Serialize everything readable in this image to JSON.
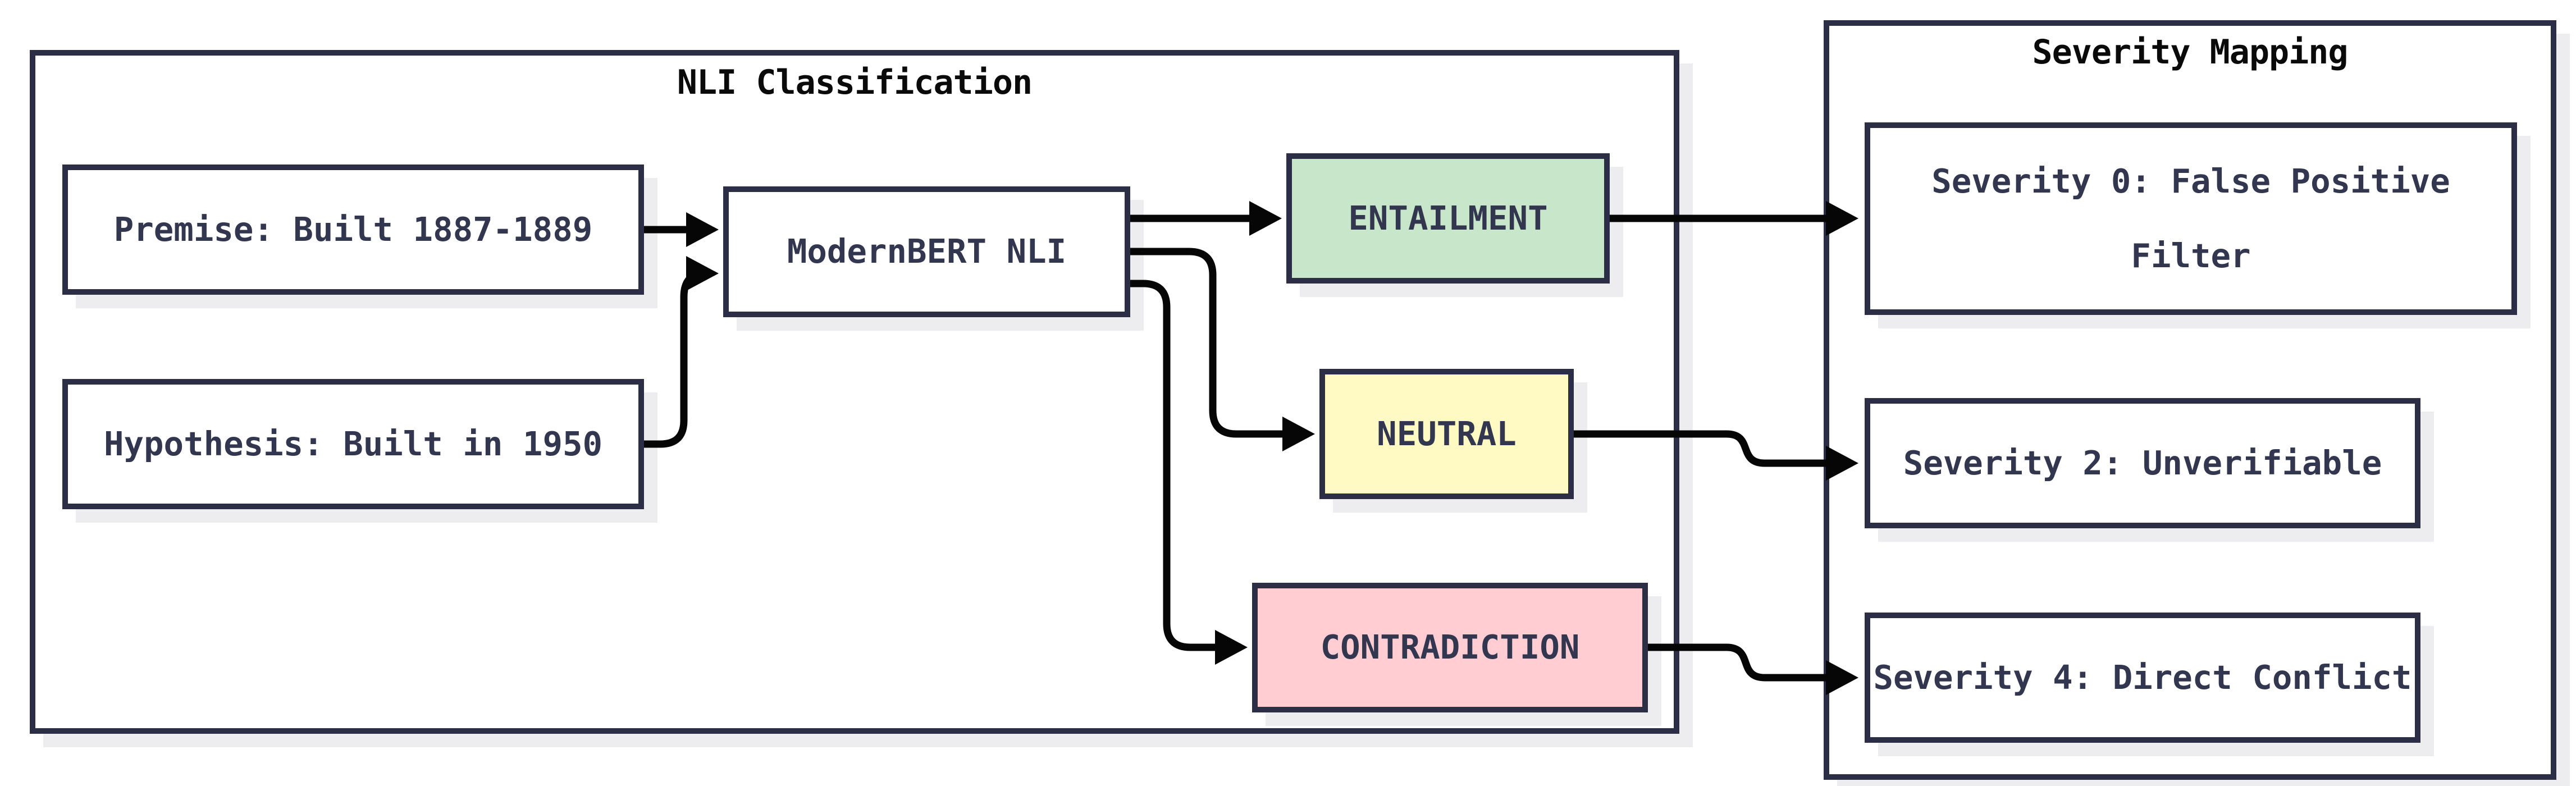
{
  "diagram": {
    "nli": {
      "title": "NLI Classification",
      "nodes": {
        "premise": {
          "label": "Premise: Built 1887-1889",
          "fill": "#ffffff"
        },
        "hypothesis": {
          "label": "Hypothesis: Built in 1950",
          "fill": "#ffffff"
        },
        "model": {
          "label": "ModernBERT NLI",
          "fill": "#ffffff"
        },
        "entailment": {
          "label": "ENTAILMENT",
          "fill": "#c8e6c9"
        },
        "neutral": {
          "label": "NEUTRAL",
          "fill": "#fff9c4"
        },
        "contradiction": {
          "label": "CONTRADICTION",
          "fill": "#ffcdd2"
        }
      }
    },
    "severity": {
      "title": "Severity Mapping",
      "nodes": {
        "sev0": {
          "label": "Severity 0: False Positive Filter",
          "fill": "#ffffff"
        },
        "sev2": {
          "label": "Severity 2: Unverifiable",
          "fill": "#ffffff"
        },
        "sev4": {
          "label": "Severity 4: Direct Conflict",
          "fill": "#ffffff"
        }
      }
    },
    "edges": [
      {
        "from": "premise",
        "to": "model"
      },
      {
        "from": "hypothesis",
        "to": "model"
      },
      {
        "from": "model",
        "to": "entailment"
      },
      {
        "from": "model",
        "to": "neutral"
      },
      {
        "from": "model",
        "to": "contradiction"
      },
      {
        "from": "entailment",
        "to": "sev0"
      },
      {
        "from": "neutral",
        "to": "sev2"
      },
      {
        "from": "contradiction",
        "to": "sev4"
      }
    ],
    "colors": {
      "background": "#ffffff",
      "node_border": "#2b2e44",
      "node_label": "#32374f",
      "container_title": "#0a0a0a",
      "arrow": "#060606",
      "shadow": "#ededf0",
      "entailment_fill": "#c8e6c9",
      "neutral_fill": "#fff9c4",
      "contradiction_fill": "#ffcdd2"
    }
  }
}
